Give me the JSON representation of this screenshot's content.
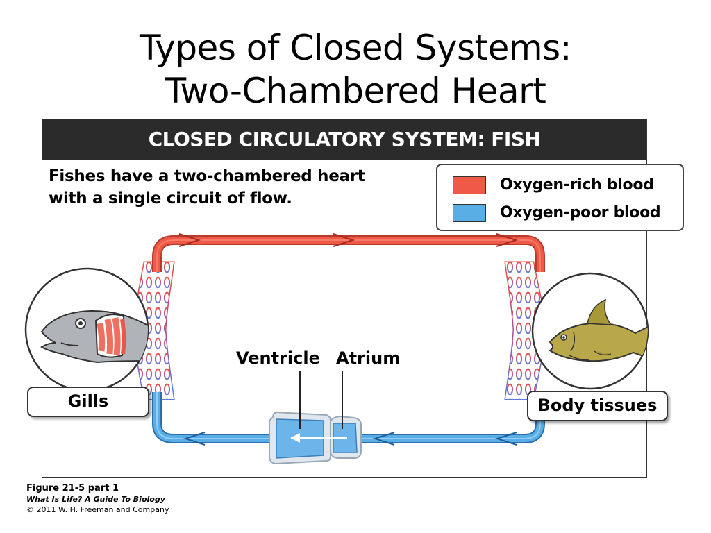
{
  "slide": {
    "title_line1": "Types of Closed Systems:",
    "title_line2": "Two-Chambered Heart"
  },
  "figure": {
    "header": "CLOSED CIRCULATORY SYSTEM: FISH",
    "description_line1": "Fishes have a two-chambered heart",
    "description_line2": "with a single circuit of flow.",
    "legend": [
      {
        "label": "Oxygen-rich blood",
        "color": "#ee5a47"
      },
      {
        "label": "Oxygen-poor blood",
        "color": "#5aaee6"
      }
    ],
    "labels": {
      "gills": "Gills",
      "body_tissues": "Body tissues",
      "ventricle": "Ventricle",
      "atrium": "Atrium"
    }
  },
  "caption": {
    "figure_number": "Figure 21-5 part 1",
    "book": "What Is Life? A Guide To Biology",
    "copyright": "© 2011 W. H. Freeman and Company"
  },
  "colors": {
    "header_bg": "#2b2b2b",
    "oxygen_rich": "#ee5a47",
    "oxygen_poor": "#5aaee6",
    "gill_filament": "#f07060",
    "fish_body": "#b8a84a"
  },
  "icons": [
    "gills-fish-head-icon",
    "whole-fish-icon",
    "heart-icon",
    "flow-arrow-icon"
  ]
}
